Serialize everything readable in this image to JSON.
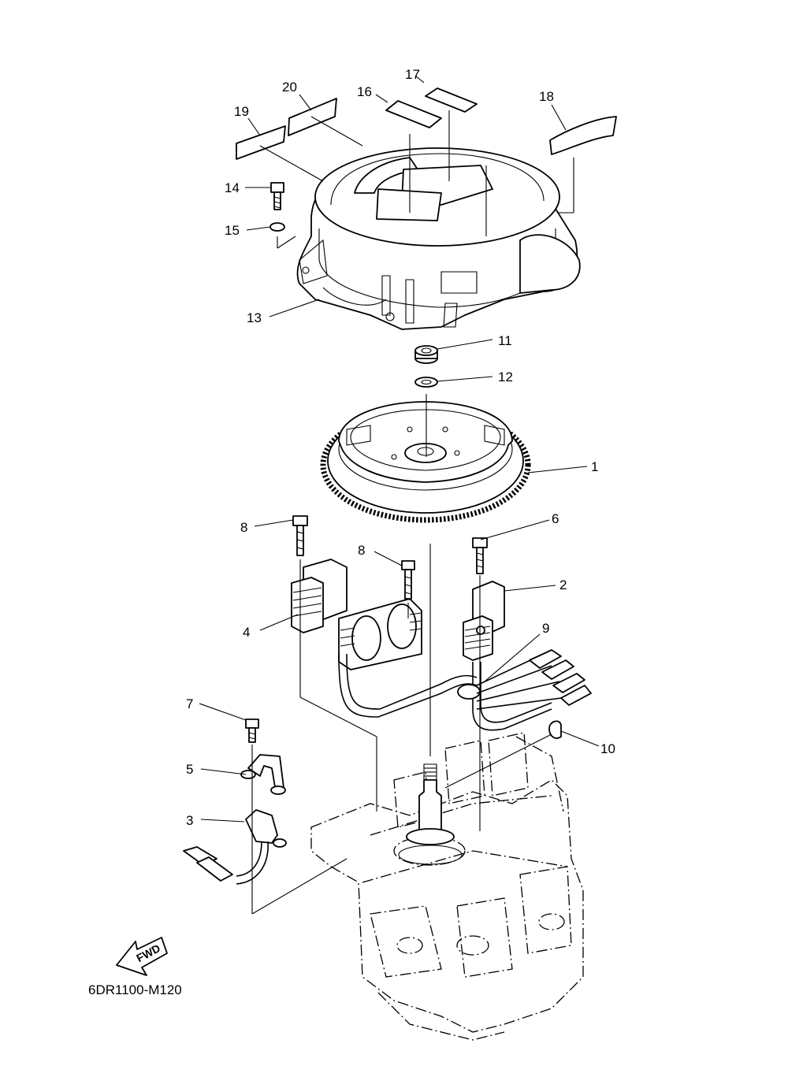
{
  "diagram": {
    "drawing_code": "6DR1100-M120",
    "direction_label": "FWD",
    "callouts": [
      {
        "id": "1",
        "label": "1"
      },
      {
        "id": "2",
        "label": "2"
      },
      {
        "id": "3",
        "label": "3"
      },
      {
        "id": "4",
        "label": "4"
      },
      {
        "id": "5",
        "label": "5"
      },
      {
        "id": "6",
        "label": "6"
      },
      {
        "id": "7",
        "label": "7"
      },
      {
        "id": "8a",
        "label": "8"
      },
      {
        "id": "8b",
        "label": "8"
      },
      {
        "id": "9",
        "label": "9"
      },
      {
        "id": "10",
        "label": "10"
      },
      {
        "id": "11",
        "label": "11"
      },
      {
        "id": "12",
        "label": "12"
      },
      {
        "id": "13",
        "label": "13"
      },
      {
        "id": "14",
        "label": "14"
      },
      {
        "id": "15",
        "label": "15"
      },
      {
        "id": "16",
        "label": "16"
      },
      {
        "id": "17",
        "label": "17"
      },
      {
        "id": "18",
        "label": "18"
      },
      {
        "id": "19",
        "label": "19"
      },
      {
        "id": "20",
        "label": "20"
      }
    ]
  }
}
